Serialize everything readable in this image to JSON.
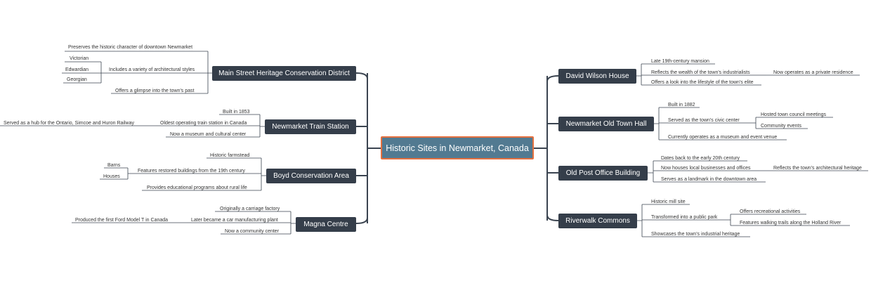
{
  "central": {
    "label": "Historic Sites in Newmarket, Canada"
  },
  "left": [
    {
      "label": "Main Street Heritage Conservation District",
      "children": [
        {
          "label": "Preserves the historic character of downtown Newmarket"
        },
        {
          "label": "Includes a variety of architectural styles",
          "children": [
            {
              "label": "Victorian"
            },
            {
              "label": "Edwardian"
            },
            {
              "label": "Georgian"
            }
          ]
        },
        {
          "label": "Offers a glimpse into the town's past"
        }
      ]
    },
    {
      "label": "Newmarket Train Station",
      "children": [
        {
          "label": "Built in 1853"
        },
        {
          "label": "Oldest operating train station in Canada",
          "children": [
            {
              "label": "Served as a hub for the Ontario, Simcoe and Huron Railway"
            }
          ]
        },
        {
          "label": "Now a museum and cultural center"
        }
      ]
    },
    {
      "label": "Boyd Conservation Area",
      "children": [
        {
          "label": "Historic farmstead"
        },
        {
          "label": "Features restored buildings from the 19th century",
          "children": [
            {
              "label": "Barns"
            },
            {
              "label": "Houses"
            }
          ]
        },
        {
          "label": "Provides educational programs about rural life"
        }
      ]
    },
    {
      "label": "Magna Centre",
      "children": [
        {
          "label": "Originally a carriage factory"
        },
        {
          "label": "Later became a car manufacturing plant",
          "children": [
            {
              "label": "Produced the first Ford Model T in Canada"
            }
          ]
        },
        {
          "label": "Now a community center"
        }
      ]
    }
  ],
  "right": [
    {
      "label": "David Wilson House",
      "children": [
        {
          "label": "Late 19th-century mansion"
        },
        {
          "label": "Reflects the wealth of the town's industrialists",
          "children": [
            {
              "label": "Now operates as a private residence"
            }
          ]
        },
        {
          "label": "Offers a look into the lifestyle of the town's elite"
        }
      ]
    },
    {
      "label": "Newmarket Old Town Hall",
      "children": [
        {
          "label": "Built in 1882"
        },
        {
          "label": "Served as the town's civic center",
          "children": [
            {
              "label": "Hosted town council meetings"
            },
            {
              "label": "Community events"
            }
          ]
        },
        {
          "label": "Currently operates as a museum and event venue"
        }
      ]
    },
    {
      "label": "Old Post Office Building",
      "children": [
        {
          "label": "Dates back to the early 20th century"
        },
        {
          "label": "Now houses local businesses and offices",
          "children": [
            {
              "label": "Reflects the town's architectural heritage"
            }
          ]
        },
        {
          "label": "Serves as a landmark in the downtown area"
        }
      ]
    },
    {
      "label": "Riverwalk Commons",
      "children": [
        {
          "label": "Historic mill site"
        },
        {
          "label": "Transformed into a public park",
          "children": [
            {
              "label": "Offers recreational activities"
            },
            {
              "label": "Features walking trails along the Holland River"
            }
          ]
        },
        {
          "label": "Showcases the town's industrial heritage"
        }
      ]
    }
  ],
  "colors": {
    "branch_fill": "#353e4a",
    "central_fill": "#527a91",
    "central_border": "#e4703f",
    "line": "#3b4450"
  }
}
